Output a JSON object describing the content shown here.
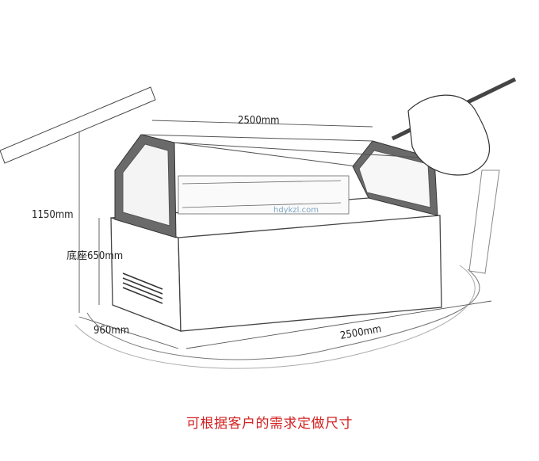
{
  "dimensions": {
    "top_width": "2500mm",
    "bottom_width": "2500mm",
    "total_height": "1150mm",
    "base_height": "底座650mm",
    "depth": "960mm"
  },
  "caption": "可根据客户的需求定做尺寸",
  "watermark": {
    "url": "hdykzl.com"
  },
  "colors": {
    "caption": "#d21f1f",
    "frame": "#4a4a4a",
    "line": "#555555"
  }
}
